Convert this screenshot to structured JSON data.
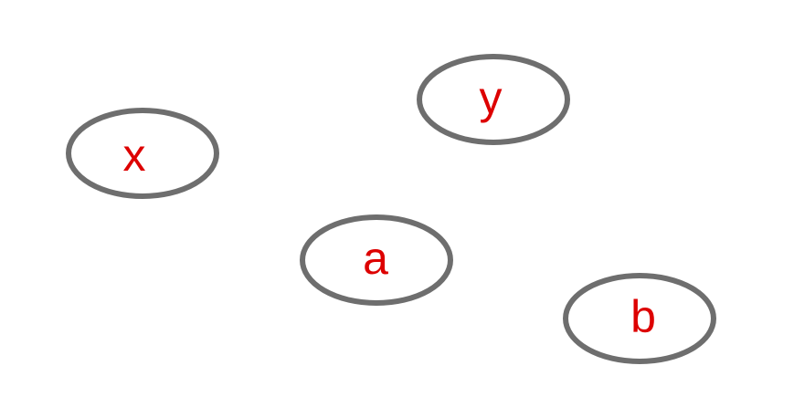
{
  "diagram": {
    "nodes": [
      {
        "id": "x",
        "label": "x"
      },
      {
        "id": "y",
        "label": "y"
      },
      {
        "id": "a",
        "label": "a"
      },
      {
        "id": "b",
        "label": "b"
      }
    ],
    "colors": {
      "background": "#ffffff",
      "node_outline": "#6e6e6e",
      "label_text": "#dd0000"
    }
  }
}
